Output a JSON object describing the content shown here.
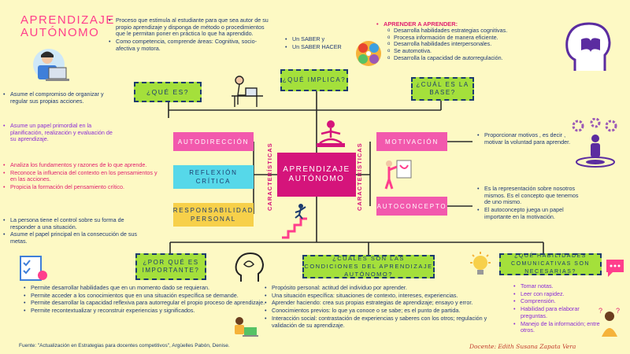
{
  "title": {
    "line1": "APRENDIZAJE",
    "line2": "AUTÓNOMO"
  },
  "center": {
    "label": "APRENDIZAJE AUTÓNOMO"
  },
  "vertical_left": "CARACTERÍSTICAS",
  "vertical_right": "CARACTERÍSTICAS",
  "que_es": {
    "label": "¿QUÉ ES?",
    "items": [
      "Proceso que estimula al estudiante para que sea autor de su propio aprendizaje y disponga de método o procedimientos que le permitan poner en práctica lo que ha aprendido.",
      "Como competencia, comprende áreas: Cognitiva, socio-afectiva y motora."
    ]
  },
  "que_implica": {
    "label": "¿QUÉ IMPLICA?",
    "items": [
      "Un SABER y",
      "Un SABER HACER"
    ]
  },
  "cual_base": {
    "label": "¿CUÁL ES LA BASE?",
    "heading": "APRENDER A APRENDER:",
    "items": [
      "Desarrolla habilidades  estrategias cognitivas.",
      "Procesa información de manera eficiente.",
      "Desarrolla habilidades interpersonales.",
      "Se automotiva.",
      "Desarrolla la capacidad de autorregulación."
    ]
  },
  "left_items": {
    "navy1": [
      "Asume el compromiso de organizar y regular sus propias acciones."
    ],
    "violet1": [
      "Asume un papel primordial en la planificación, realización y evaluación de su aprendizaje."
    ],
    "pink1": [
      "Analiza los fundamentos  y razones de lo que aprende.",
      "Reconoce la influencia del contexto en los pensamientos y en las acciones.",
      "Propicia la formación del pensamiento crítico."
    ],
    "navy2": [
      "La persona tiene el control sobre su forma de responder a una situación.",
      "Asume el papel principal en la consecución de sus metas."
    ]
  },
  "sub_left": {
    "autodireccion": "AUTODIRECCIÓN",
    "reflexion": "REFLEXIÓN CRÍTICA",
    "responsabilidad": "RESPONSABILIDAD PERSONAL"
  },
  "sub_right": {
    "motivacion": "MOTIVACIÓN",
    "autoconcepto": "AUTOCONCEPTO"
  },
  "motivacion_items": [
    "Proporcionar motivos , es decir , motivar la voluntad para aprender."
  ],
  "autoconcepto_items": [
    "Es la representación sobre nosotros mismos. Es el concepto que tenemos de uno mismo.",
    "El autoconcepto juega un papel importante en la motivación."
  ],
  "por_que": {
    "label": "¿POR QUÉ ES IMPORTANTE?",
    "items": [
      "Permite desarrollar habilidades que en un momento dado se requieran.",
      "Permite acceder a los conocimientos que en una situación específica se demande.",
      "Permite desarrollar la capacidad reflexiva para autorregular el propio proceso de aprendizaje.",
      "Permite recontextualizar y reconstruir experiencias y significados."
    ]
  },
  "condiciones": {
    "label": "¿CUÁLES SON LAS CONDICIONES DEL APRENDIZAJE AUTÓNOMO?",
    "items": [
      "Propósito personal: actitud del individuo por aprender.",
      "Una situación específica: situaciones de contexto, intereses, experiencias.",
      "Aprender haciendo: crea sus propias estrategias de aprendizaje; ensayo y error.",
      "Conocimientos previos: lo que ya conoce o se sabe; es el punto de partida.",
      "Interacción social: contrastación de experiencias y saberes con los otros; regulación y validación de su aprendizaje."
    ]
  },
  "habilidades": {
    "label": "¿QUÉ HABILIDADES COMUNICATIVAS SON NECESARIAS?",
    "items": [
      "Tomar notas.",
      "Leer con rapidez.",
      "Comprensión.",
      "Habilidad para elaborar preguntas.",
      "Manejo de la información; entre otros."
    ]
  },
  "source": "Fuente: \"Actualización en Estrategias para docentes competitivos\", Argüelles Pabón, Denise.",
  "docente": "Docente: Edith Susana Zapata Vera",
  "colors": {
    "background": "#fdf9c4",
    "green": "#a4e03b",
    "pink": "#f259ad",
    "magenta": "#d5147b",
    "teal": "#56d8e9",
    "yellow": "#f7d04a",
    "navy": "#1c3b6e"
  },
  "icons": [
    "student-laptop-icon",
    "person-desk-icon",
    "brain-gears-icon",
    "head-book-icon",
    "meditation-icon",
    "person-gears-icon",
    "climbing-stairs-icon",
    "painter-icon",
    "checklist-icon",
    "head-thought-icon",
    "bulb-icon",
    "woman-laptop-icon",
    "speech-bubble-icon",
    "woman-question-icon"
  ]
}
